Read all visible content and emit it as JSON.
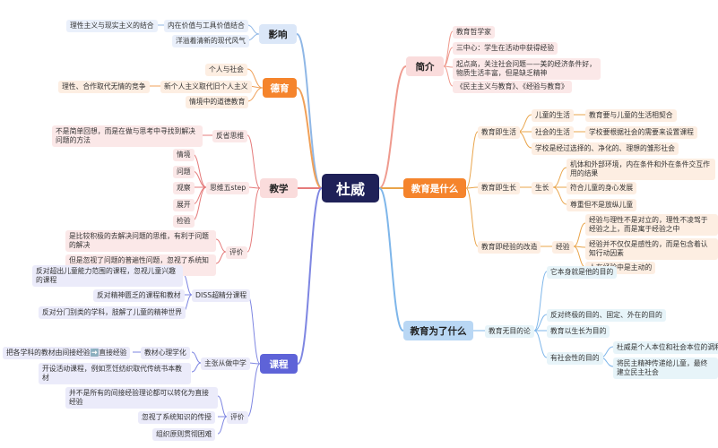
{
  "center": "杜威",
  "branches": {
    "influence": {
      "label": "影响",
      "color": "#8fb7e6",
      "items": [
        "内在价值与工具价值结合",
        "理性主义与现实主义的结合",
        "洋溢着清新的现代风气"
      ]
    },
    "moral": {
      "label": "德育",
      "color": "#f0a058",
      "items": [
        "个人与社会",
        "新个人主义取代旧个人主义",
        "理性、合作取代无情的竞争",
        "情境中的道德教育"
      ]
    },
    "teaching": {
      "label": "教学",
      "color": "#e57b7b",
      "items": [
        "反省思维",
        "不是简单回想，而是在做与思考中寻找到解决问题的方法",
        "思维五step",
        "情境",
        "问题",
        "观察",
        "展开",
        "检验",
        "评价",
        "是比较积极的去解决问题的思维，有利于问题的解决",
        "但是忽视了问题的普遍性问题，忽视了系统知识传授"
      ]
    },
    "curriculum": {
      "label": "课程",
      "color": "#7e86e2",
      "items": [
        "DISS超精分课程",
        "反对超出儿童能力范围的课程，忽视儿童兴趣的课程",
        "反对精神匮乏的课程和教材",
        "反对分门别类的学科，肢解了儿童的精神世界",
        "主张从做中学",
        "教材心理学化",
        "把各学科的教材由间接经验➡️直接经验",
        "开设活动课程，例如烹饪纺织取代传统书本教材",
        "评价",
        "并不是所有的间接经验理论都可以转化为直接经验",
        "忽视了系统知识的传授",
        "组织原则贯彻困难"
      ]
    },
    "intro": {
      "label": "简介",
      "color": "#ef9a8e",
      "items": [
        "教育哲学家",
        "三中心：学生在活动中获得经验",
        "起点高，关注社会问题——美的经济条件好，物质生活丰富，但是缺乏精神",
        "《民主主义与教育》、《经验与教育》"
      ]
    },
    "what": {
      "label": "教育是什么",
      "color": "#e9a44a",
      "items": [
        "教育即生活",
        "儿童的生活",
        "教育要与儿童的生活相契合",
        "社会的生活",
        "学校要根据社会的需要来设置课程",
        "学校是经过选择的、净化的、理想的雏形社会",
        "教育即生长",
        "生长",
        "机体和外部环境，内在条件和外在条件交互作用的结果",
        "符合儿童的身心发展",
        "尊重但不是放纵儿童",
        "教育即经验的改造",
        "经验",
        "经验与理性不是对立的，理性不凌驾于经验之上，而是寓于经验之中",
        "经验并不仅仅是感性的，而是包含着认知行动因素",
        "人在经验中是主动的"
      ]
    },
    "purpose": {
      "label": "教育为了什么",
      "color": "#7eb6ea",
      "items": [
        "教育无目的论",
        "它本身就是他的目的",
        "反对终极的目的、固定、外在的目的",
        "教育以生长为目的",
        "有社会性的目的",
        "杜威是个人本位和社会本位的调和",
        "将民主精神传递给儿童，最终建立民主社会"
      ]
    }
  }
}
